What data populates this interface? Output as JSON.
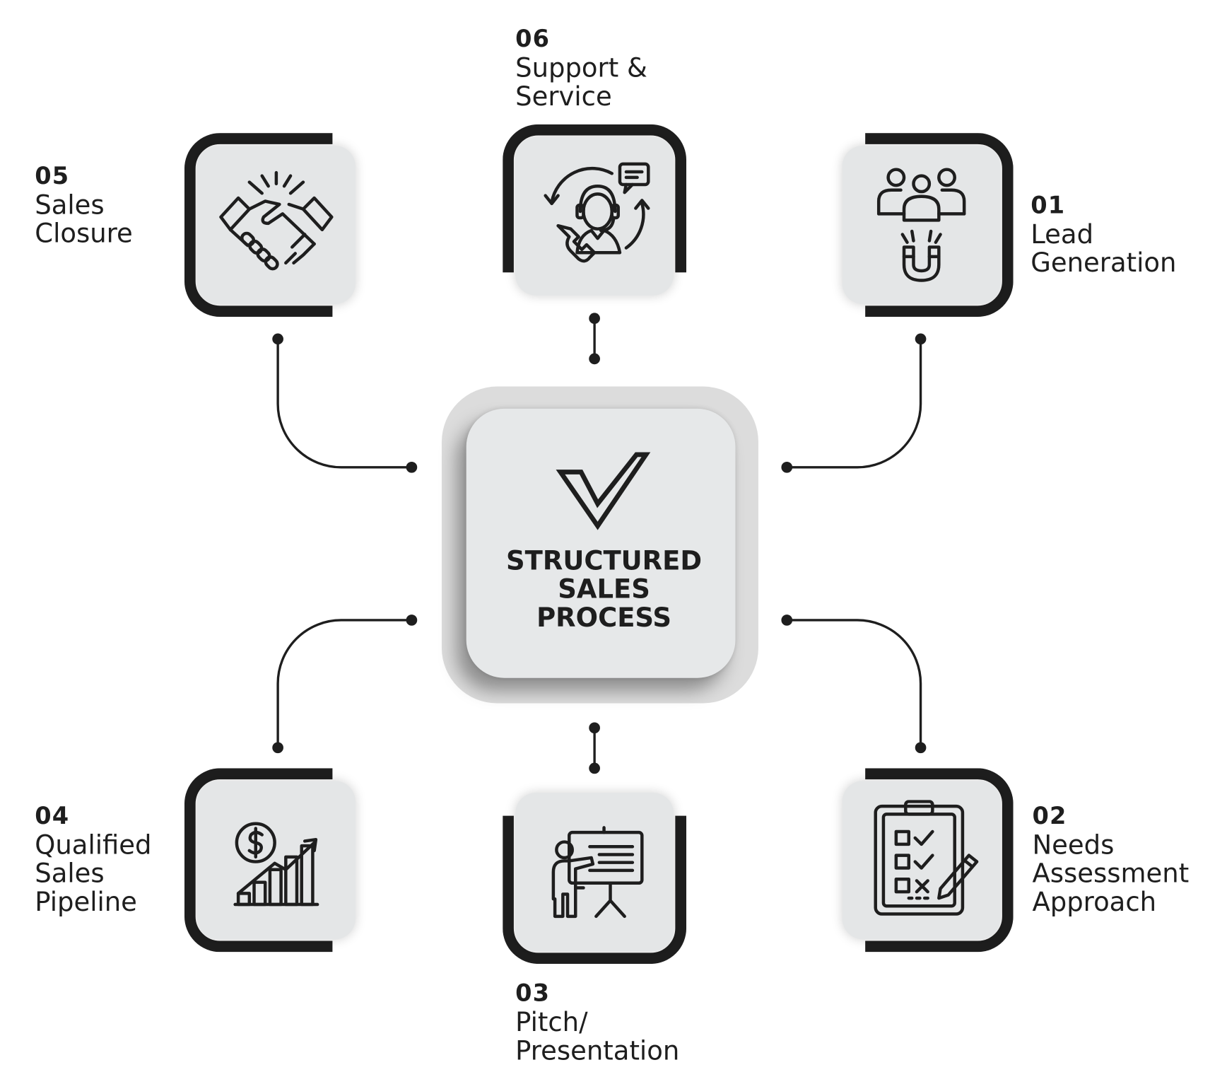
{
  "hub": {
    "title": "STRUCTURED\nSALES\nPROCESS",
    "logo_icon": "checkmark-v-logo"
  },
  "steps": [
    {
      "number": "01",
      "title": "Lead\nGeneration",
      "icon": "people-magnet-icon"
    },
    {
      "number": "02",
      "title": "Needs\nAssessment\nApproach",
      "icon": "clipboard-checklist-icon"
    },
    {
      "number": "03",
      "title": "Pitch/\nPresentation",
      "icon": "presenter-board-icon"
    },
    {
      "number": "04",
      "title": "Qualified\nSales\nPipeline",
      "icon": "dollar-growth-chart-icon"
    },
    {
      "number": "05",
      "title": "Sales\nClosure",
      "icon": "handshake-icon"
    },
    {
      "number": "06",
      "title": "Support &\nService",
      "icon": "customer-support-icon"
    }
  ],
  "colors": {
    "frame": "#1e1e1e",
    "tile_fill": "#e4e6e7",
    "hub_outer": "#dcdcdc",
    "hub_inner": "#e6e8e9",
    "text": "#1e1e1e"
  }
}
